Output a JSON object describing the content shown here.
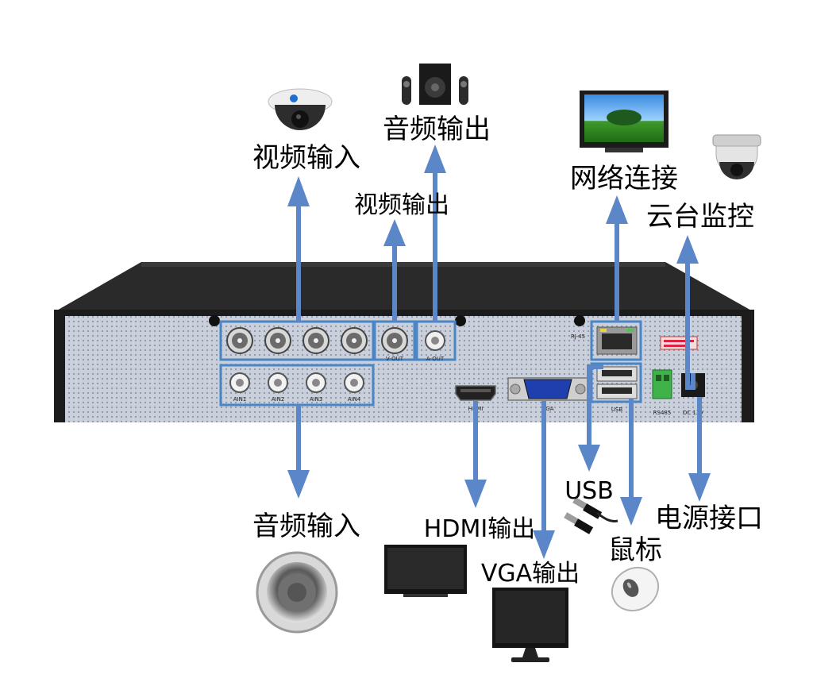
{
  "labels": {
    "video_input": "视频输入",
    "audio_output": "音频输出",
    "video_output": "视频输出",
    "network": "网络连接",
    "ptz": "云台监控",
    "audio_input": "音频输入",
    "hdmi_output": "HDMI输出",
    "vga_output": "VGA输出",
    "usb": "USB",
    "power": "电源接口",
    "mouse": "鼠标"
  },
  "panel": {
    "ain1": "AIN1",
    "ain2": "AIN2",
    "ain3": "AIN3",
    "ain4": "AIN4",
    "vout": "V-OUT",
    "aout": "A-OUT",
    "rj45": "RJ-45",
    "hdmi": "HDMI",
    "vga": "VGA",
    "usb": "USB",
    "rs485": "RS485",
    "dc12": "DC 12V"
  },
  "colors": {
    "arrow": "#5b86c8",
    "box": "#4a86c5",
    "chassis": "#1c1c1c",
    "panel": "#c4cbd6"
  },
  "icons": [
    "dome-camera",
    "speaker-set",
    "tv-monitor",
    "ptz-camera",
    "round-speaker",
    "flat-monitor",
    "usb-cable",
    "mouse"
  ]
}
